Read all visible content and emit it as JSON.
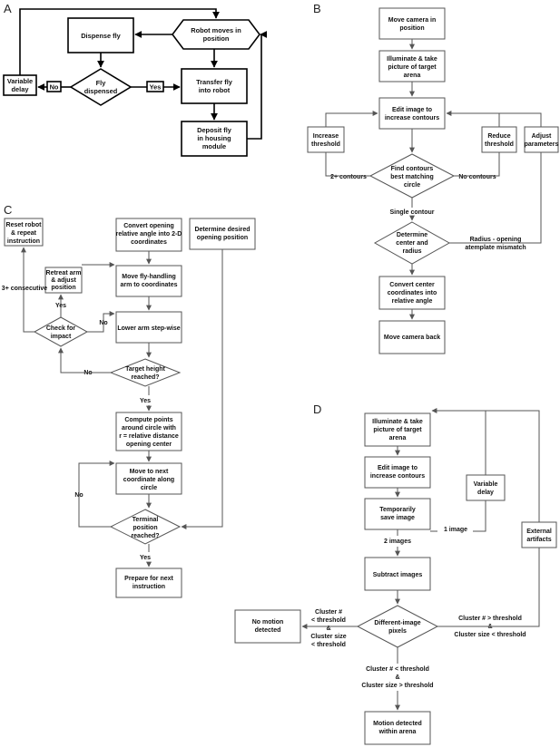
{
  "panels": {
    "a": "A",
    "b": "B",
    "c": "C",
    "d": "D"
  },
  "A": {
    "dispense": "Dispense fly",
    "robot_moves": [
      "Robot moves in",
      "position"
    ],
    "fly_dispensed": [
      "Fly",
      "dispensed"
    ],
    "variable_delay": [
      "Variable",
      "delay"
    ],
    "transfer": [
      "Transfer fly",
      "into robot"
    ],
    "deposit": [
      "Deposit fly",
      "in housing",
      "module"
    ],
    "no": "No",
    "yes": "Yes"
  },
  "B": {
    "move_camera": [
      "Move camera in",
      "position"
    ],
    "illuminate": [
      "Illuminate & take",
      "picture of target",
      "arena"
    ],
    "edit_image": [
      "Edit image to",
      "increase contours"
    ],
    "increase_threshold": [
      "Increase",
      "threshold"
    ],
    "reduce_threshold": [
      "Reduce",
      "threshold"
    ],
    "adjust_parameters": [
      "Adjust",
      "parameters"
    ],
    "find_contours": [
      "Find contours",
      "best matching",
      "circle"
    ],
    "two_plus": "2+ contours",
    "no_contours": "No contours",
    "single_contour": "Single contour",
    "determine_center": [
      "Determine",
      "center and",
      "radius"
    ],
    "radius_mismatch": [
      "Radius - opening",
      "atemplate mismatch"
    ],
    "convert_center": [
      "Convert center",
      "coordinates into",
      "relative angle"
    ],
    "move_back": "Move camera back"
  },
  "C": {
    "reset_robot": [
      "Reset robot",
      "& repeat",
      "instruction"
    ],
    "convert_opening": [
      "Convert opening",
      "relative angle into 2-D",
      "coordinates"
    ],
    "determine_desired": [
      "Determine desired",
      "opening position"
    ],
    "retreat_arm": [
      "Retreat arm",
      "& adjust",
      "position"
    ],
    "three_plus": "3+ consecutive",
    "move_arm": [
      "Move fly-handling",
      "arm to coordinates"
    ],
    "yes1": "Yes",
    "no1": "No",
    "check_impact": [
      "Check for",
      "impact"
    ],
    "lower_arm": "Lower arm step-wise",
    "no2": "No",
    "target_height": [
      "Target height",
      "reached?"
    ],
    "yes2": "Yes",
    "compute_points": [
      "Compute points",
      "around circle with",
      "r = relative distance",
      "opening center"
    ],
    "move_next": [
      "Move to next",
      "coordinate along",
      "circle"
    ],
    "no3": "No",
    "terminal": [
      "Terminal",
      "position",
      "reached?"
    ],
    "yes3": "Yes",
    "prepare": [
      "Prepare for next",
      "instruction"
    ]
  },
  "D": {
    "illuminate": [
      "Illuminate & take",
      "picture of target",
      "arena"
    ],
    "edit_image": [
      "Edit image to",
      "increase contours"
    ],
    "variable_delay": [
      "Variable",
      "delay"
    ],
    "temp_save": [
      "Temporarily",
      "save image"
    ],
    "one_image": "1 image",
    "external": [
      "External",
      "artifacts"
    ],
    "two_images": "2 images",
    "subtract": "Subtract images",
    "no_motion": [
      "No motion",
      "detected"
    ],
    "left_cond": [
      "Cluster #",
      "< threshold",
      "&",
      "Cluster size",
      "< threshold"
    ],
    "different": [
      "Different-image",
      "pixels"
    ],
    "right_cond": [
      "Cluster # > threshold",
      "&",
      "Cluster size < threshold"
    ],
    "bottom_cond": [
      "Cluster # < threshold",
      "&",
      "Cluster size > threshold"
    ],
    "motion_detected": [
      "Motion detected",
      "within arena"
    ]
  }
}
